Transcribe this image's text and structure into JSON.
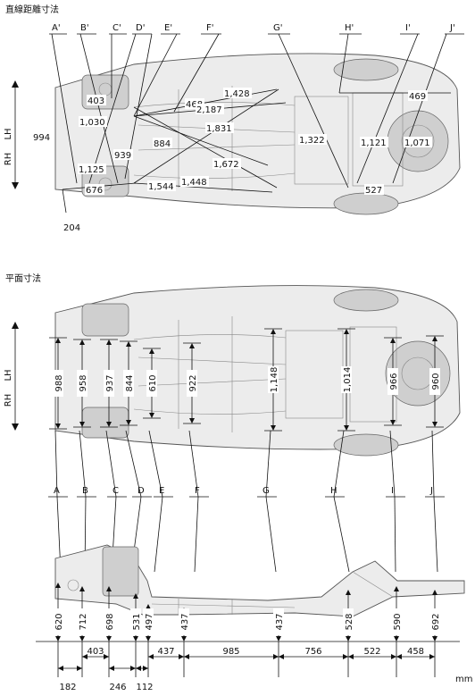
{
  "sections": {
    "diagonal_title": "直線距離寸法",
    "plan_title": "平面寸法"
  },
  "side_labels": {
    "lh": "LH",
    "rh": "RH"
  },
  "unit": "mm",
  "diagonal_points": [
    "A'",
    "B'",
    "C'",
    "D'",
    "E'",
    "F'",
    "G'",
    "H'",
    "I'",
    "J'"
  ],
  "diagonal_dims": [
    "994",
    "1,030",
    "403",
    "1,125",
    "939",
    "676",
    "204",
    "884",
    "1,544",
    "468",
    "1,428",
    "2,187",
    "1,831",
    "1,672",
    "1,448",
    "1,322",
    "527",
    "1,121",
    "469",
    "1,071"
  ],
  "plan_points": [
    "A",
    "B",
    "C",
    "D",
    "E",
    "F",
    "G",
    "H",
    "I",
    "J"
  ],
  "plan_widths": [
    "988",
    "958",
    "937",
    "844",
    "610",
    "922",
    "1,148",
    "1,014",
    "966",
    "960"
  ],
  "heights": [
    "620",
    "712",
    "698",
    "531",
    "497",
    "437",
    "437",
    "528",
    "590",
    "692"
  ],
  "spacings_top": [
    "403",
    "437",
    "985",
    "756",
    "522",
    "458"
  ],
  "spacings_bottom": [
    "182",
    "246",
    "112"
  ]
}
